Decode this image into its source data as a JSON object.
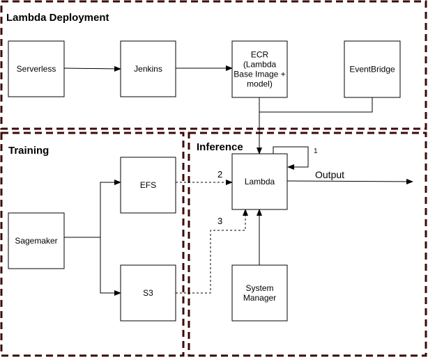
{
  "groups": {
    "lambda_deployment": {
      "title": "Lambda Deployment"
    },
    "training": {
      "title": "Training"
    },
    "inference": {
      "title": "Inference"
    }
  },
  "nodes": {
    "serverless": {
      "lines": [
        "Serverless"
      ]
    },
    "jenkins": {
      "lines": [
        "Jenkins"
      ]
    },
    "ecr": {
      "lines": [
        "ECR",
        "(Lambda",
        "Base Image +",
        "model)"
      ]
    },
    "eventbridge": {
      "lines": [
        "EventBridge"
      ]
    },
    "efs": {
      "lines": [
        "EFS"
      ]
    },
    "sagemaker": {
      "lines": [
        "Sagemaker"
      ]
    },
    "s3": {
      "lines": [
        "S3"
      ]
    },
    "lambda": {
      "lines": [
        "Lambda"
      ]
    },
    "system_manager": {
      "lines": [
        "System",
        "Manager"
      ]
    }
  },
  "edge_labels": {
    "self_loop": "1",
    "efs_to_lambda": "2",
    "s3_to_lambda": "3",
    "output": "Output"
  },
  "colors": {
    "frame": "#3b0a0a",
    "stroke": "#000000",
    "background": "#ffffff"
  }
}
